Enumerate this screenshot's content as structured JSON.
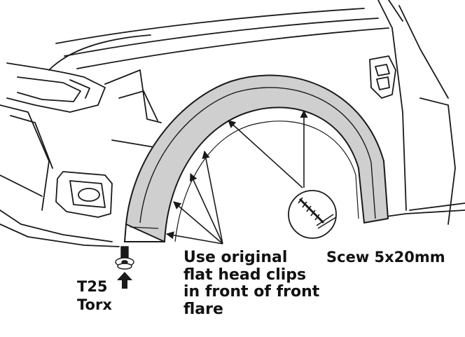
{
  "labels": {
    "clips_line1": "Use original",
    "clips_line2": "flat head clips",
    "clips_line3": "in front of front",
    "clips_line4": "flare",
    "screw": "Scew 5x20mm",
    "bolt_line1": "T25",
    "bolt_line2": "Torx"
  },
  "colors": {
    "line": "#1a1a1a",
    "flare_fill": "#cfcfcf",
    "background": "#ffffff"
  },
  "icons": [
    "screw-detail-icon",
    "torx-bolt-icon",
    "up-arrow-icon"
  ]
}
